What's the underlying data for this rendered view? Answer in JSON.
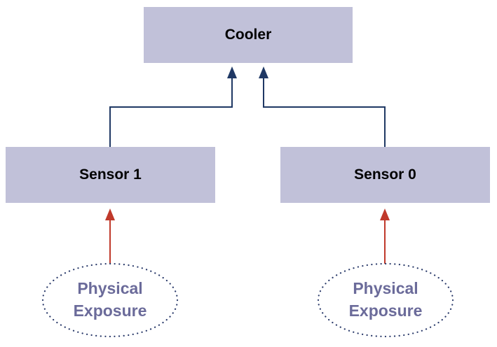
{
  "nodes": {
    "cooler": {
      "label": "Cooler"
    },
    "sensor1": {
      "label": "Sensor 1"
    },
    "sensor0": {
      "label": "Sensor 0"
    },
    "exposure1": {
      "line1": "Physical",
      "line2": "Exposure"
    },
    "exposure0": {
      "line1": "Physical",
      "line2": "Exposure"
    }
  },
  "edges": [
    {
      "from": "sensor1",
      "to": "cooler"
    },
    {
      "from": "sensor0",
      "to": "cooler"
    },
    {
      "from": "exposure1",
      "to": "sensor1"
    },
    {
      "from": "exposure0",
      "to": "sensor0"
    }
  ],
  "colors": {
    "box_fill": "#c1c1d9",
    "navy_arrow": "#1f3864",
    "red_arrow": "#c0392b",
    "exposure_text": "#6b6b9a"
  }
}
